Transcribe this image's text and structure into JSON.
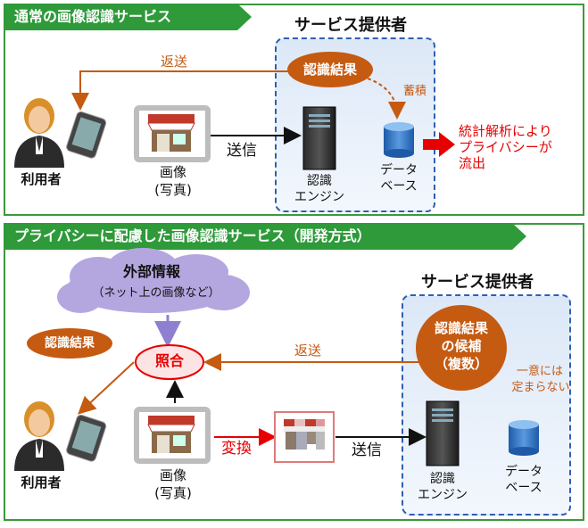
{
  "top_section": {
    "title": "通常の画像認識サービス",
    "provider_title": "サービス提供者",
    "return_label": "返送",
    "result_bubble": "認識結果",
    "accumulate_label": "蓄積",
    "send_label": "送信",
    "image_label_1": "画像",
    "image_label_2": "(写真)",
    "user_label": "利用者",
    "engine_label_1": "認識",
    "engine_label_2": "エンジン",
    "db_label_1": "データ",
    "db_label_2": "ベース",
    "leak_label_1": "統計解析により",
    "leak_label_2": "プライバシーが",
    "leak_label_3": "流出"
  },
  "bottom_section": {
    "title": "プライバシーに配慮した画像認識サービス（開発方式）",
    "cloud_title": "外部情報",
    "cloud_sub": "（ネット上の画像など）",
    "provider_title": "サービス提供者",
    "result_bubble": "認識結果",
    "match_label": "照合",
    "return_label": "返送",
    "candidate_1": "認識結果",
    "candidate_2": "の候補",
    "candidate_3": "（複数）",
    "unique_1": "一意には",
    "unique_2": "定まらない",
    "convert_label": "変換",
    "send_label": "送信",
    "image_label_1": "画像",
    "image_label_2": "(写真)",
    "user_label": "利用者",
    "engine_label_1": "認識",
    "engine_label_2": "エンジン",
    "db_label_1": "データ",
    "db_label_2": "ベース"
  },
  "colors": {
    "green": "#2e9a3a",
    "brown": "#c55a11",
    "red": "#e60000",
    "blue_dash": "#2f5fb0",
    "cloud": "#b4a7e0"
  }
}
